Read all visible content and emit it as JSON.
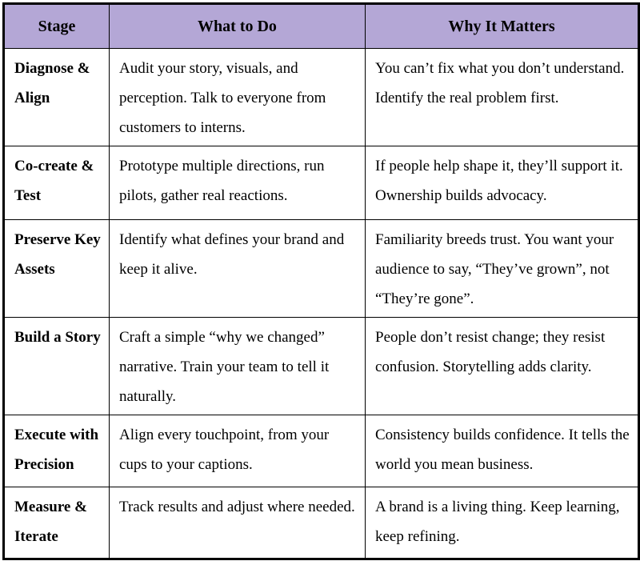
{
  "colors": {
    "header_bg": "#b4a7d6",
    "border": "#000000",
    "body_bg": "#ffffff",
    "text": "#000000"
  },
  "table": {
    "columns": [
      {
        "label": "Stage"
      },
      {
        "label": "What to Do"
      },
      {
        "label": "Why It Matters"
      }
    ],
    "rows": [
      {
        "stage": "Diagnose & Align",
        "what": "Audit your story, visuals, and perception. Talk to everyone from customers to interns.",
        "why": "You can’t fix what you don’t understand. Identify the real problem first."
      },
      {
        "stage": "Co-create & Test",
        "what": "Prototype multiple directions, run pilots, gather real reactions.",
        "why": "If people help shape it, they’ll support it. Ownership builds advocacy."
      },
      {
        "stage": "Preserve Key Assets",
        "what": "Identify what defines your brand and keep it alive.",
        "why": "Familiarity breeds trust. You want your audience to say, “They’ve grown”, not “They’re gone”."
      },
      {
        "stage": "Build a Story",
        "what": "Craft a simple “why we changed” narrative. Train your team to tell it naturally.",
        "why": "People don’t resist change; they resist confusion. Storytelling adds clarity."
      },
      {
        "stage": "Execute with Precision",
        "what": "Align every touchpoint, from your cups to your captions.",
        "why": "Consistency builds confidence. It tells the world you mean business."
      },
      {
        "stage": "Measure & Iterate",
        "what": "Track results and adjust where needed.",
        "why": "A brand is a living thing. Keep learning, keep refining."
      }
    ]
  }
}
